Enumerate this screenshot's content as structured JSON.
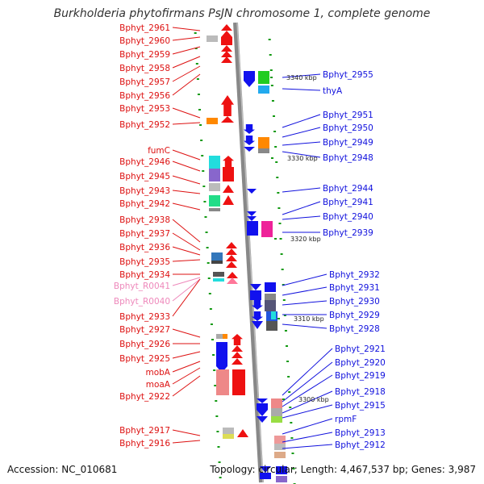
{
  "title": "Burkholderia phytofirmans PsJN chromosome 1, complete genome",
  "accession": "Accession: NC_010681",
  "topology": "Topology: circular; Length: 4,467,537 bp; Genes: 3,987",
  "colors": {
    "left_label": "#dd1111",
    "right_label": "#1111dd",
    "rna_label": "#ee88bb",
    "forward_gene": "#ee1111",
    "reverse_gene": "#1111ee",
    "axis": "#888888",
    "tick": "#119911"
  },
  "kbp_markers": [
    "3340 kbp",
    "3330 kbp",
    "3320 kbp",
    "3310 kbp",
    "3300 kbp"
  ],
  "left_labels": [
    {
      "text": "Bphyt_2961",
      "type": "gene"
    },
    {
      "text": "Bphyt_2960",
      "type": "gene"
    },
    {
      "text": "Bphyt_2959",
      "type": "gene"
    },
    {
      "text": "Bphyt_2958",
      "type": "gene"
    },
    {
      "text": "Bphyt_2957",
      "type": "gene"
    },
    {
      "text": "Bphyt_2956",
      "type": "gene"
    },
    {
      "text": "Bphyt_2953",
      "type": "gene"
    },
    {
      "text": "Bphyt_2952",
      "type": "gene"
    },
    {
      "text": "fumC",
      "type": "gene"
    },
    {
      "text": "Bphyt_2946",
      "type": "gene"
    },
    {
      "text": "Bphyt_2945",
      "type": "gene"
    },
    {
      "text": "Bphyt_2943",
      "type": "gene"
    },
    {
      "text": "Bphyt_2942",
      "type": "gene"
    },
    {
      "text": "Bphyt_2938",
      "type": "gene"
    },
    {
      "text": "Bphyt_2937",
      "type": "gene"
    },
    {
      "text": "Bphyt_2936",
      "type": "gene"
    },
    {
      "text": "Bphyt_2935",
      "type": "gene"
    },
    {
      "text": "Bphyt_2934",
      "type": "gene"
    },
    {
      "text": "Bphyt_R0041",
      "type": "rna"
    },
    {
      "text": "Bphyt_R0040",
      "type": "rna"
    },
    {
      "text": "Bphyt_2933",
      "type": "gene"
    },
    {
      "text": "Bphyt_2927",
      "type": "gene"
    },
    {
      "text": "Bphyt_2926",
      "type": "gene"
    },
    {
      "text": "Bphyt_2925",
      "type": "gene"
    },
    {
      "text": "mobA",
      "type": "gene"
    },
    {
      "text": "moaA",
      "type": "gene"
    },
    {
      "text": "Bphyt_2922",
      "type": "gene"
    },
    {
      "text": "Bphyt_2917",
      "type": "gene"
    },
    {
      "text": "Bphyt_2916",
      "type": "gene"
    }
  ],
  "right_labels": [
    "Bphyt_2955",
    "thyA",
    "Bphyt_2951",
    "Bphyt_2950",
    "Bphyt_2949",
    "Bphyt_2948",
    "Bphyt_2944",
    "Bphyt_2941",
    "Bphyt_2940",
    "Bphyt_2939",
    "Bphyt_2932",
    "Bphyt_2931",
    "Bphyt_2930",
    "Bphyt_2929",
    "Bphyt_2928",
    "Bphyt_2921",
    "Bphyt_2920",
    "Bphyt_2919",
    "Bphyt_2918",
    "Bphyt_2915",
    "rpmF",
    "Bphyt_2913",
    "Bphyt_2912"
  ]
}
